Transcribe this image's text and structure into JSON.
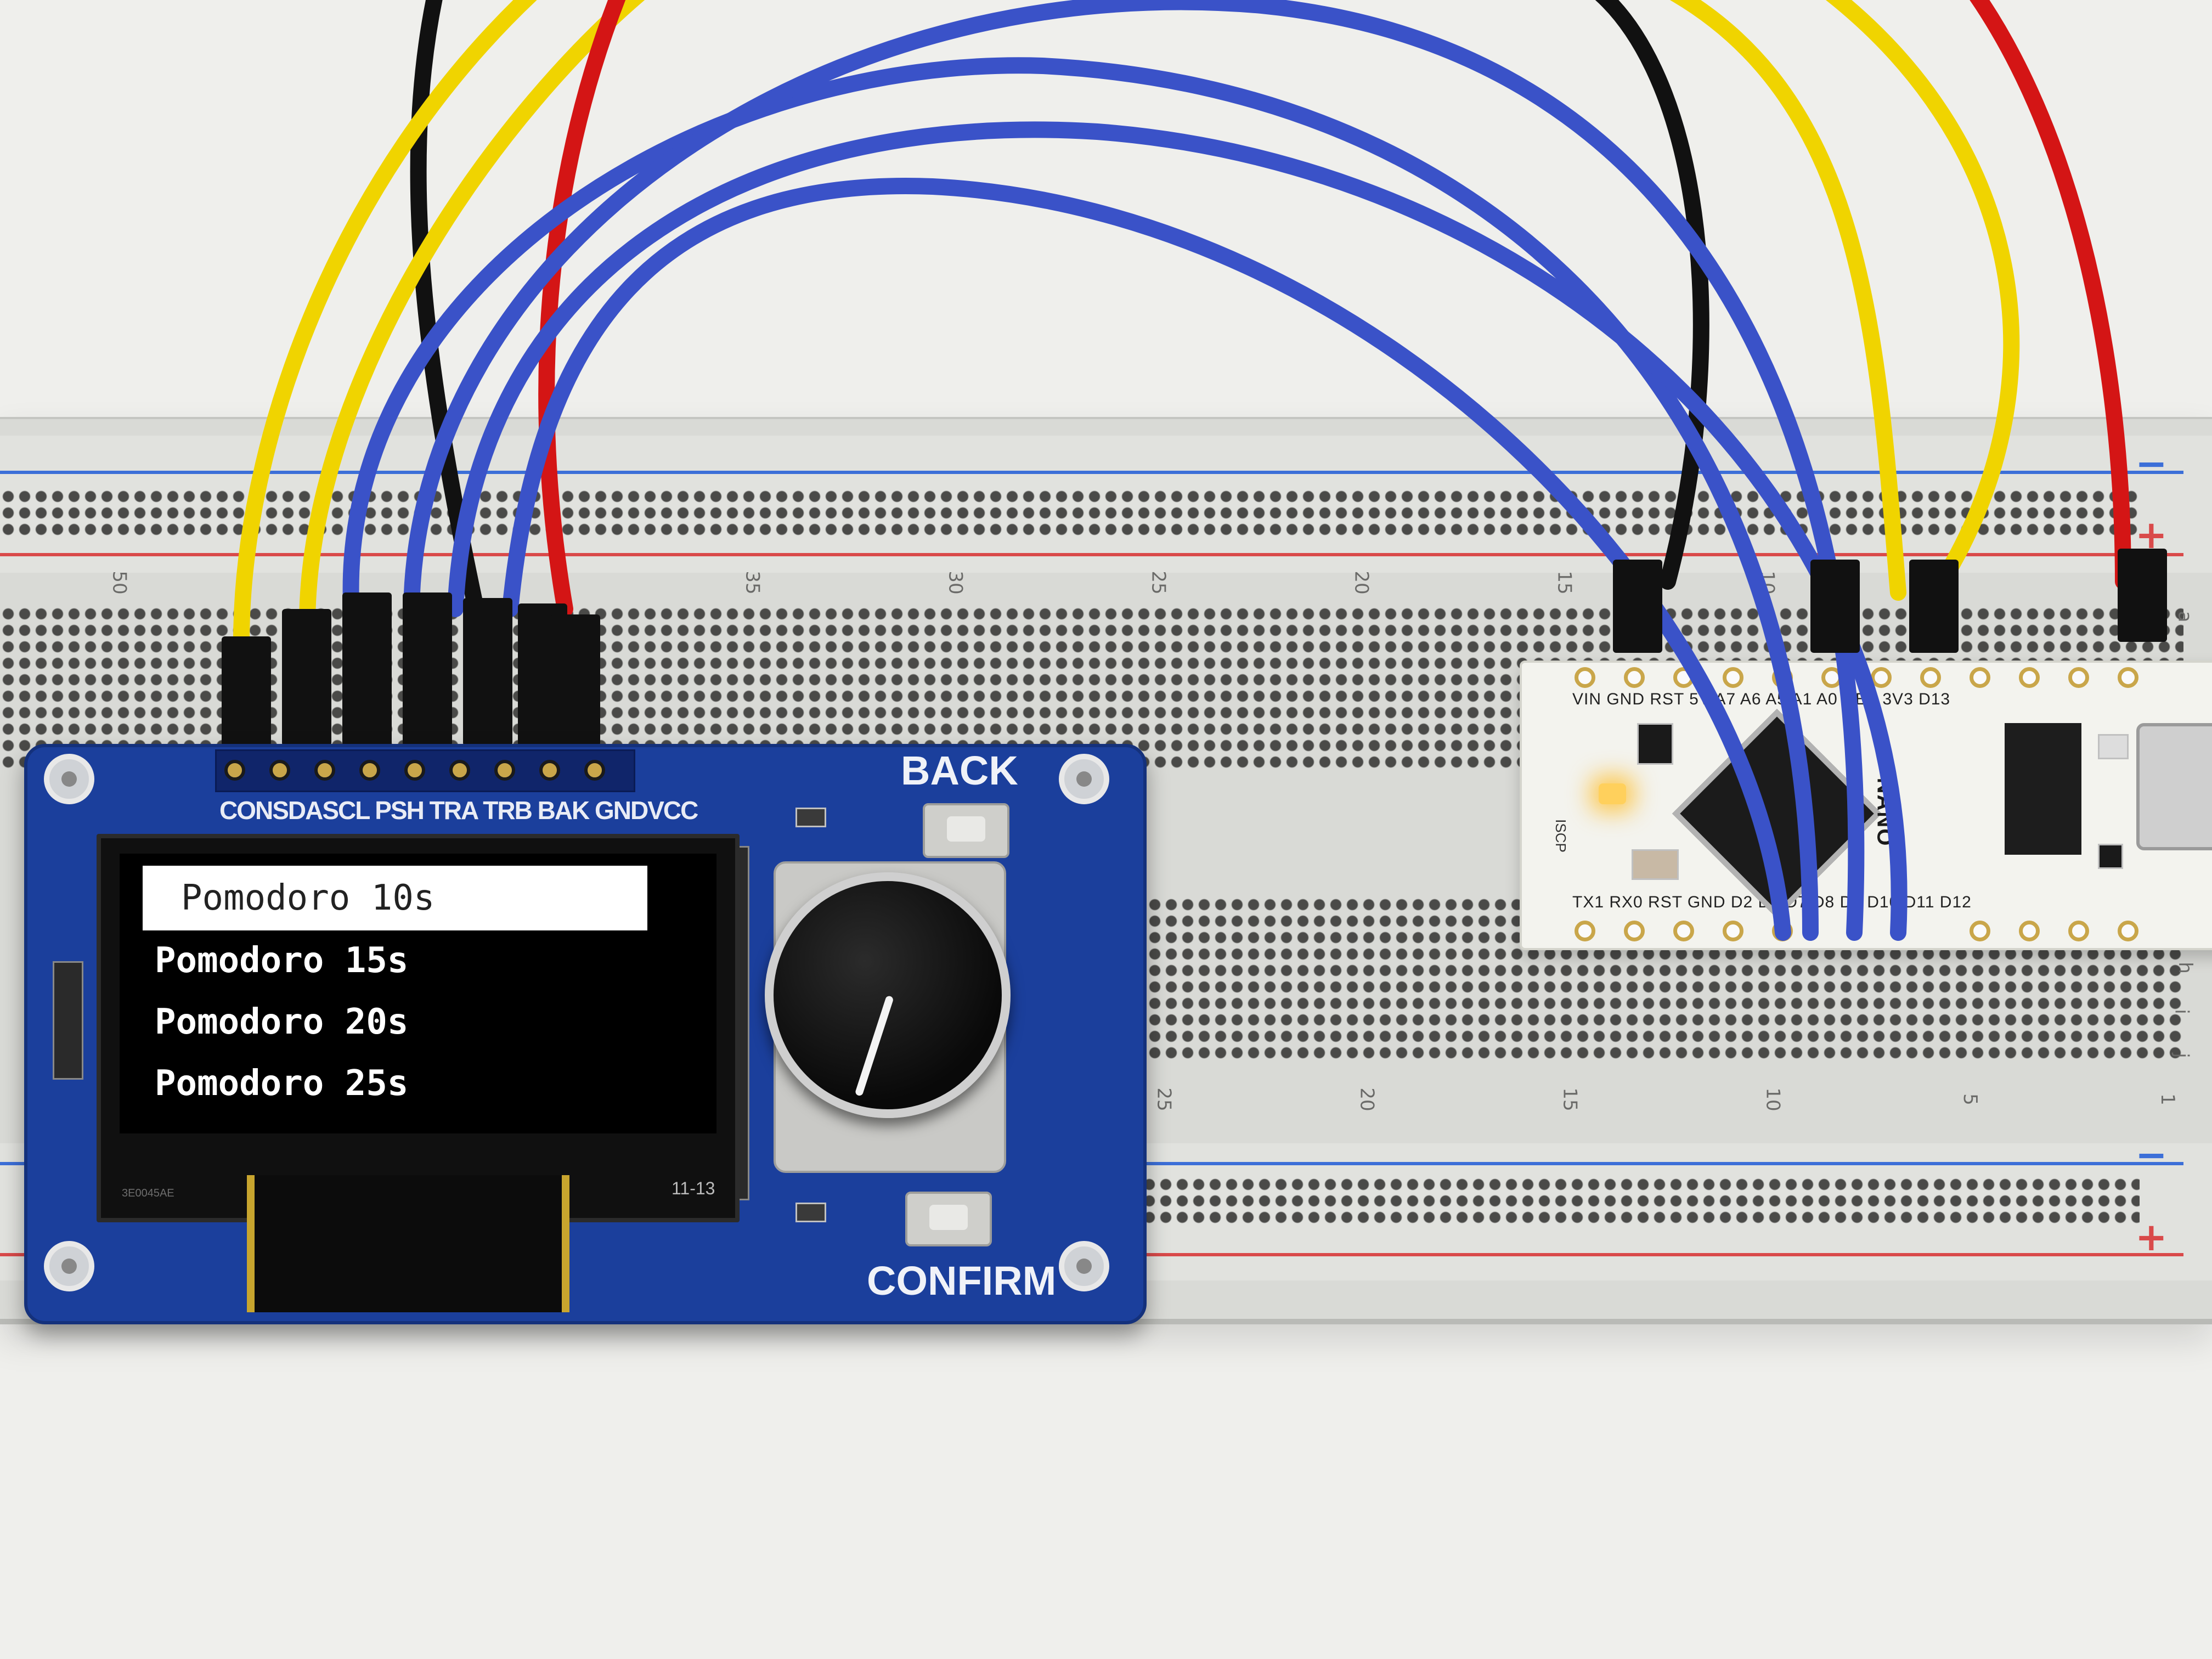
{
  "scene": {
    "description_tag": "breadboard-oled-menu-prototype"
  },
  "breadboard": {
    "row_numbers": [
      "50",
      "35",
      "30",
      "25",
      "20",
      "15",
      "10"
    ],
    "lower_row_numbers": [
      "25",
      "20",
      "15",
      "10",
      "5",
      "1"
    ],
    "rail_minus": "−",
    "rail_plus": "+",
    "row_letter_top": "a",
    "row_letters_bottom": [
      "h",
      "i",
      "j"
    ]
  },
  "module": {
    "pin_labels": "CONSDASCL PSH TRA TRB BAK GNDVCC",
    "back_label": "BACK",
    "confirm_label": "CONFIRM",
    "oled_date": "11-13",
    "oled_part": "3E0045AE",
    "menu": [
      {
        "label": "Pomodoro 10s",
        "selected": true
      },
      {
        "label": "Pomodoro 15s",
        "selected": false
      },
      {
        "label": "Pomodoro 20s",
        "selected": false
      },
      {
        "label": "Pomodoro 25s",
        "selected": false
      }
    ]
  },
  "nano": {
    "top_labels": "VIN GND RST  5V   A7   A6   A5        A1   A0  REF 3V3 D13",
    "bottom_labels": "TX1 RX0 RST GND  D2                       D6   D7   D8   D9  D10 D11 D12",
    "icsp_label": "ISCP",
    "brand": "NANO",
    "led_color": "#ffc433"
  },
  "colors": {
    "pcb_blue": "#1b3f9c",
    "wire_yellow": "#f0d400",
    "wire_blue": "#3a52c8",
    "wire_red": "#d41515",
    "wire_black": "#111111"
  }
}
